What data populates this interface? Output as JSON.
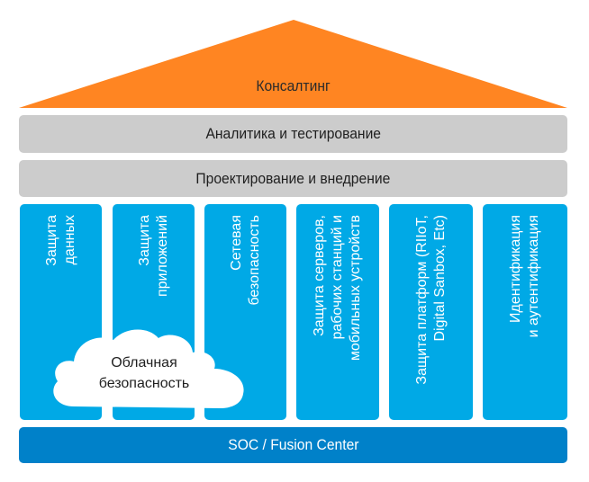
{
  "roof": {
    "label": "Консалтинг",
    "color": "#ff8522"
  },
  "layers": [
    {
      "label": "Аналитика и тестирование"
    },
    {
      "label": "Проектирование и внедрение"
    }
  ],
  "pillars": [
    {
      "lines": [
        "Защита",
        "данных"
      ]
    },
    {
      "lines": [
        "Защита",
        "приложений"
      ]
    },
    {
      "lines": [
        "Сетевая",
        "безопасность"
      ]
    },
    {
      "lines": [
        "Защита серверов,",
        "рабочих станций и",
        "мобильных устройств"
      ]
    },
    {
      "lines": [
        "Защита платформ (RIIoT,",
        "Digital Sanbox, Etc)"
      ]
    },
    {
      "lines": [
        "Идентификация",
        "и аутентификация"
      ]
    }
  ],
  "cloud": {
    "lines": [
      "Облачная",
      "безопасность"
    ]
  },
  "foundation": {
    "label": "SOC / Fusion Center",
    "color": "#0081c9"
  },
  "colors": {
    "pillar": "#00a9e6",
    "layer": "#cccccc"
  }
}
